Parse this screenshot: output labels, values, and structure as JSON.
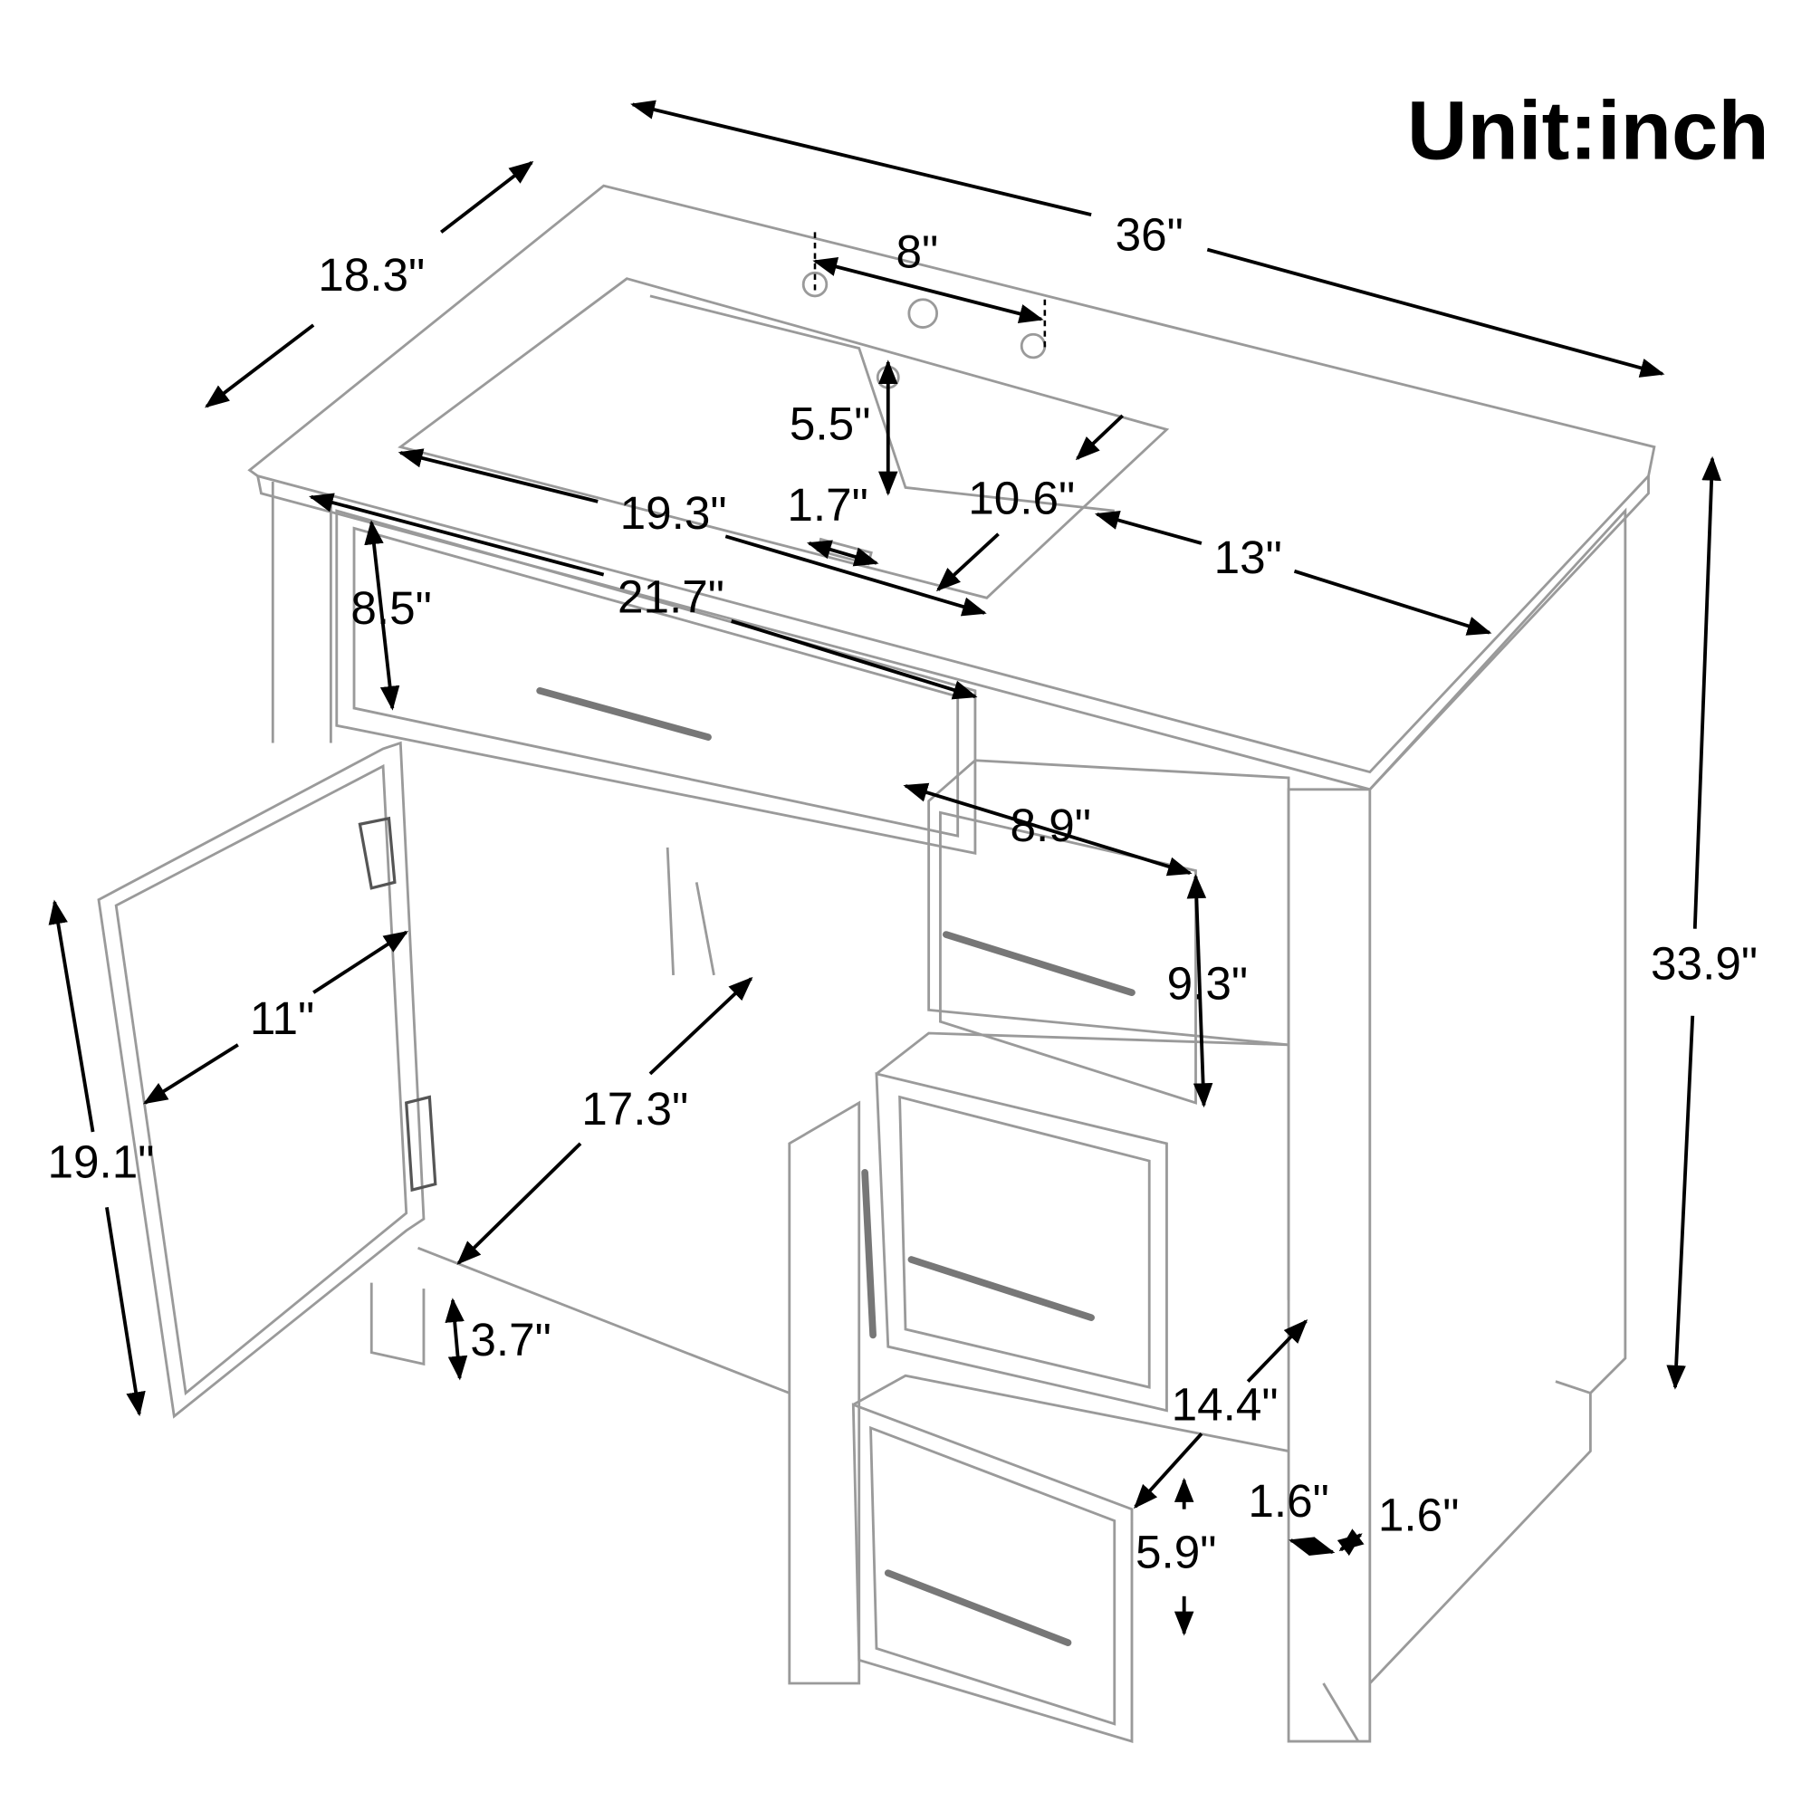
{
  "unit_label": "Unit:inch",
  "dimensions": {
    "width": "36\"",
    "depth": "18.3\"",
    "faucet_spread": "8\"",
    "basin_depth": "5.5\"",
    "basin_width": "19.3\"",
    "drain": "1.7\"",
    "basin_front_back": "10.6\"",
    "right_countertop": "13\"",
    "top_drawer_width": "21.7\"",
    "top_drawer_height": "8.5\"",
    "small_drawer_width": "8.9\"",
    "small_drawer_height": "9.3\"",
    "total_height": "33.9\"",
    "door_width": "11\"",
    "cabinet_depth": "17.3\"",
    "door_height": "19.1\"",
    "leg_height": "3.7\"",
    "drawer_depth": "14.4\"",
    "leg_width_1": "1.6\"",
    "leg_width_2": "1.6\"",
    "bottom_drawer_height": "5.9\""
  }
}
